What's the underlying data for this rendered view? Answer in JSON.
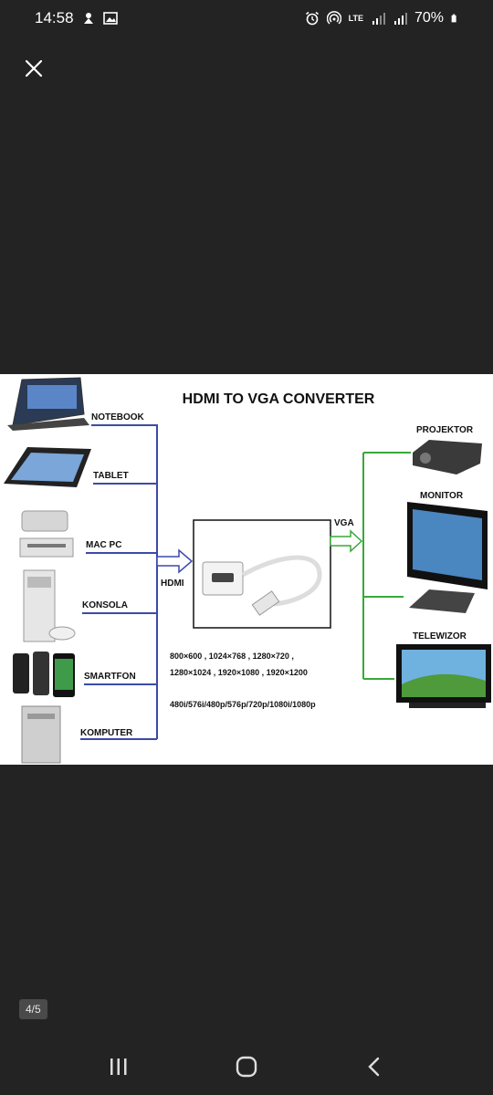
{
  "status_bar": {
    "time": "14:58",
    "battery": "70%",
    "icons": [
      "silent-mode-icon",
      "gallery-icon",
      "alarm-icon",
      "hotspot-icon",
      "lte-icon",
      "signal-icon",
      "signal-icon-2",
      "battery-icon"
    ],
    "network": "LTE"
  },
  "viewer": {
    "close_icon": "close-icon",
    "counter": "4/5"
  },
  "diagram": {
    "title": "HDMI TO VGA CONVERTER",
    "sources": [
      "NOTEBOOK",
      "TABLET",
      "MAC PC",
      "KONSOLA",
      "SMARTFON",
      "KOMPUTER"
    ],
    "outputs": [
      "PROJEKTOR",
      "MONITOR",
      "TELEWIZOR"
    ],
    "hdmi_label": "HDMI",
    "vga_label": "VGA",
    "resolutions_line1": "800×600 , 1024×768 , 1280×720 ,",
    "resolutions_line2": "1280×1024 , 1920×1080 , 1920×1200",
    "formats": "480i/576i/480p/576p/720p/1080i/1080p",
    "line_color_blue": "#3b4aa8",
    "line_color_green": "#3aa83a"
  },
  "nav_bar": {
    "recent_icon": "recent-apps-icon",
    "home_icon": "home-icon",
    "back_icon": "back-icon"
  }
}
